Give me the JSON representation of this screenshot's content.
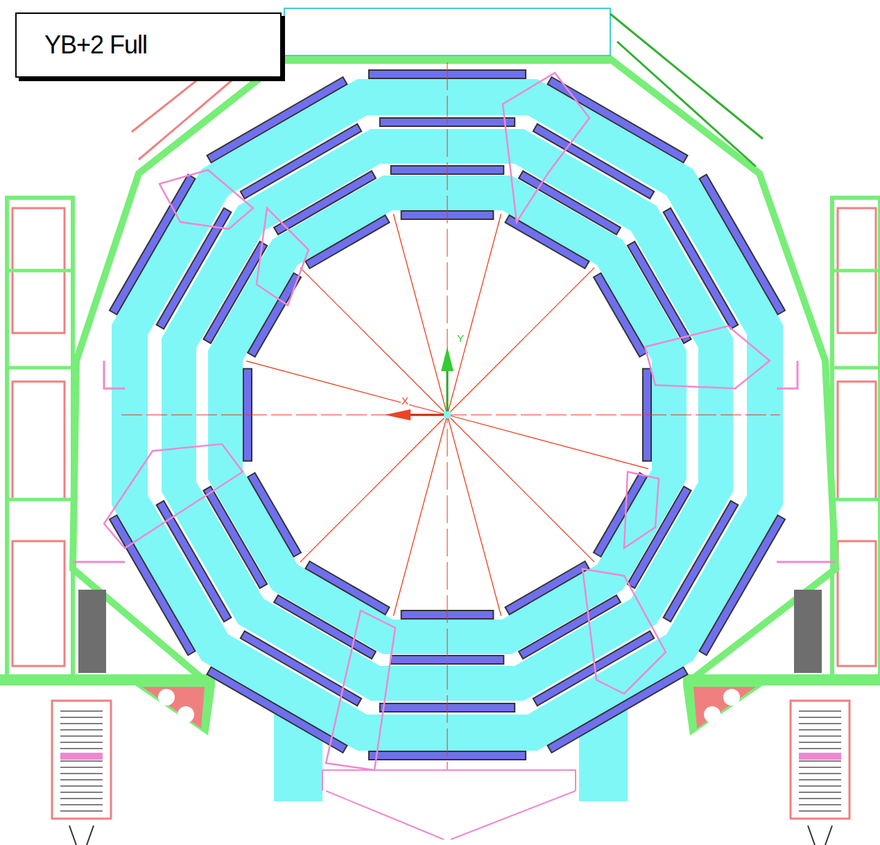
{
  "diagram": {
    "title": "YB+2 Full",
    "labels": [
      "Y",
      "X"
    ]
  }
}
